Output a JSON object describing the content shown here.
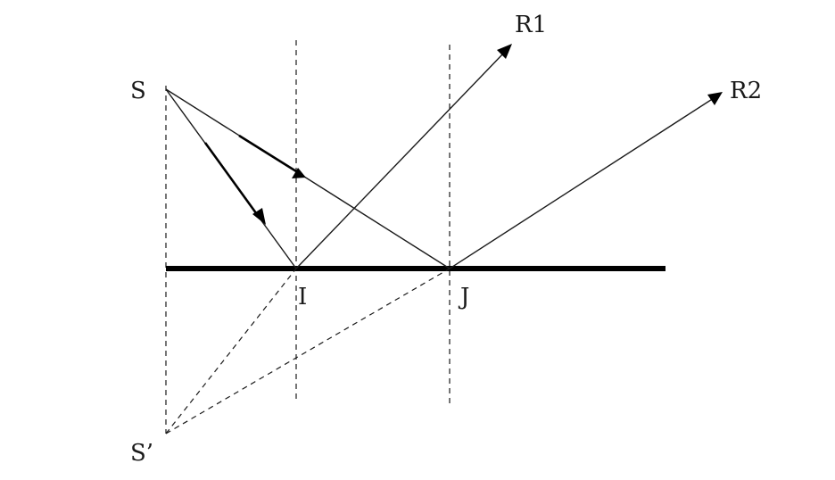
{
  "labels": {
    "source": "S",
    "image": "S’",
    "point_i": "I",
    "point_j": "J",
    "ray_1": "R1",
    "ray_2": "R2"
  },
  "colors": {
    "line": "#1a1a1a",
    "mirror": "#000000",
    "background": "#ffffff"
  }
}
